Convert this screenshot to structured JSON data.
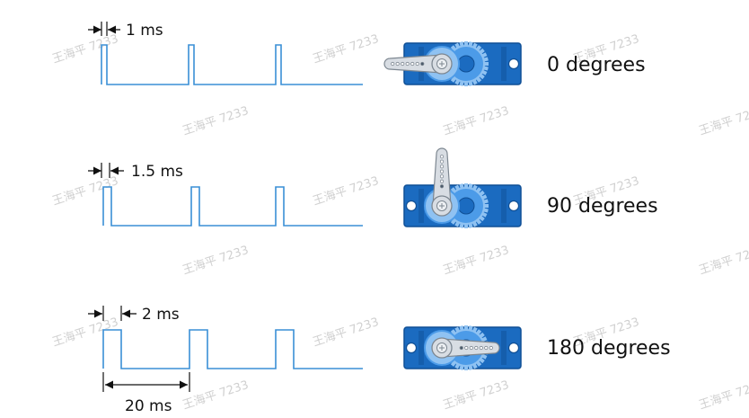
{
  "watermark": "王海平 7233",
  "colors": {
    "signal": "#3a8fd6",
    "servo_body": "#1b6bc0",
    "servo_dark": "#0f4f95",
    "gear": "#4c9be8",
    "gear_light": "#8fc2f2",
    "horn": "#d8dde3",
    "horn_edge": "#7d8791",
    "arrow": "#111111"
  },
  "rows": [
    {
      "pulse_label": "1 ms",
      "pulse_ms": 1.0,
      "angle_label": "0 degrees",
      "angle_deg": 0
    },
    {
      "pulse_label": "1.5 ms",
      "pulse_ms": 1.5,
      "angle_label": "90 degrees",
      "angle_deg": 90
    },
    {
      "pulse_label": "2 ms",
      "pulse_ms": 2.0,
      "angle_label": "180 degrees",
      "angle_deg": 180
    }
  ],
  "period_label": "20 ms",
  "period_ms": 20
}
